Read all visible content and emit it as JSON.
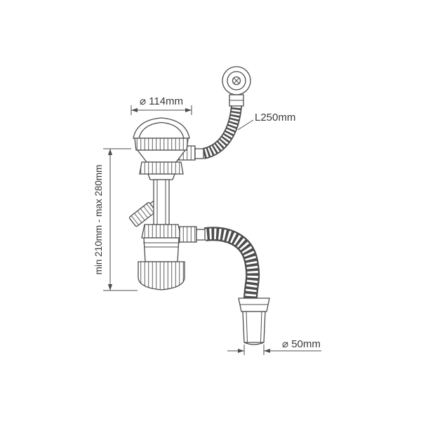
{
  "diagram": {
    "kind": "technical-drawing",
    "subject": "sink drain siphon with overflow hose and flexible outlet",
    "labels": {
      "strainer_diameter": "⌀ 114mm",
      "overflow_hose_length": "L250mm",
      "height_range": "min 210mm - max 280mm",
      "outlet_diameter": "⌀ 50mm"
    },
    "colors": {
      "line": "#4d4d4d",
      "text": "#3a3a3a",
      "background": "#ffffff"
    }
  }
}
